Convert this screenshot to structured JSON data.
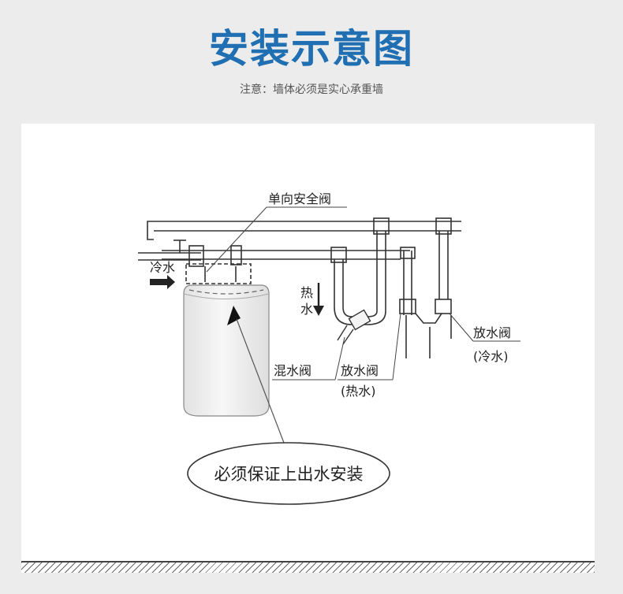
{
  "header": {
    "title": "安装示意图",
    "note": "注意：墙体必须是实心承重墙"
  },
  "diagram": {
    "labels": {
      "check_valve": "单向安全阀",
      "cold_water": "冷水",
      "hot_water_1": "热",
      "hot_water_2": "水",
      "mixing_valve": "混水阀",
      "drain_valve_hot": "放水阀",
      "drain_valve_hot_sub": "(热水)",
      "drain_valve_cold": "放水阀",
      "drain_valve_cold_sub": "(冷水)",
      "requirement": "必须保证上出水安装"
    }
  },
  "colors": {
    "title": "#1f6fb2",
    "line": "#333333",
    "tank": "#f0f0f0"
  }
}
